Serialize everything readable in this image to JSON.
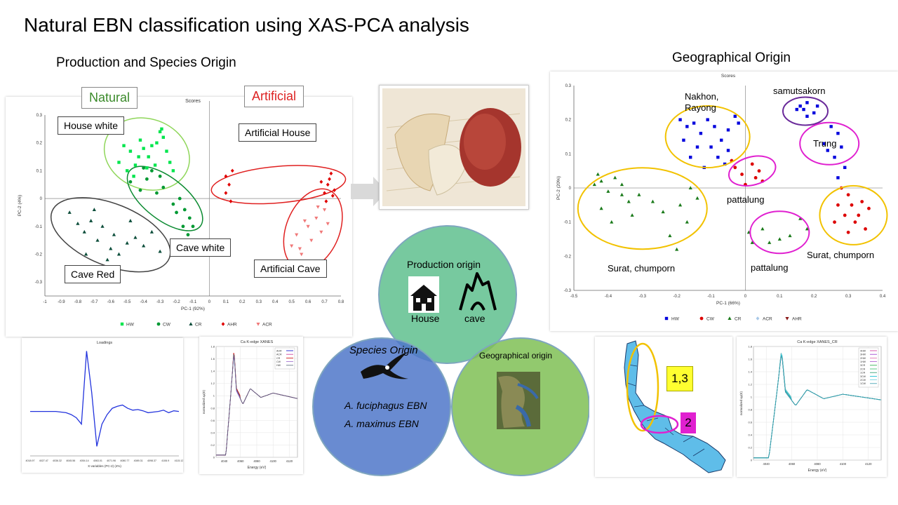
{
  "slide": {
    "title": "Natural EBN classification using XAS-PCA analysis",
    "left_heading": "Production and Species Origin",
    "right_heading": "Geographical Origin"
  },
  "left_plot": {
    "label_natural": "Natural",
    "label_artificial": "Artificial",
    "callouts": {
      "house_white": "House white",
      "cave_white": "Cave white",
      "cave_red": "Cave Red",
      "artificial_house": "Artificial House",
      "artificial_cave": "Artificial Cave"
    }
  },
  "right_plot": {
    "annotations": {
      "nakhon": "Nakhon,\nRayong",
      "samutsakorn": "samutsakorn",
      "trung": "Trung",
      "pattalung_mid": "pattalung",
      "pattalung_low": "pattalung",
      "surat_left": "Surat, chumporn",
      "surat_right": "Surat, chumporn"
    }
  },
  "venn": {
    "production_title": "Production origin",
    "house_label": "House",
    "cave_label": "cave",
    "species_title": "Species Origin",
    "species_1": "A. fuciphagus EBN",
    "species_2": "A. maximus EBN",
    "geo_title": "Geographical origin"
  },
  "map": {
    "label_13": "1,3",
    "label_2": "2"
  },
  "colors": {
    "hw": "#00e64d",
    "cw": "#009933",
    "cr": "#0b4d3a",
    "ahr": "#e00000",
    "acr": "#f07878",
    "geo_hw": "#0000dd",
    "geo_cw": "#dd0000",
    "geo_cr": "#1a7a1a",
    "yellow": "#f2c200",
    "magenta": "#e020d0",
    "purple": "#6a2a9a"
  },
  "chart_data": [
    {
      "type": "scatter",
      "title": "Scores",
      "xlabel": "PC-1 (92%)",
      "ylabel": "PC-2 (4%)",
      "xlim": [
        -1,
        0.8
      ],
      "ylim": [
        -0.35,
        0.3
      ],
      "xticks": [
        "-1",
        "-0.9",
        "-0.8",
        "-0.7",
        "-0.6",
        "-0.5",
        "-0.4",
        "-0.3",
        "-0.2",
        "-0.1",
        "0",
        "0.1",
        "0.2",
        "0.3",
        "0.4",
        "0.5",
        "0.6",
        "0.7",
        "0.8"
      ],
      "yticks": [
        "0.3",
        "0.2",
        "0.1",
        "0",
        "-0.1",
        "-0.2",
        "-0.3"
      ],
      "legend": [
        "HW",
        "CW",
        "CR",
        "AHR",
        "ACR"
      ],
      "series": [
        {
          "name": "HW",
          "points": [
            [
              -0.52,
              0.19
            ],
            [
              -0.48,
              0.17
            ],
            [
              -0.45,
              0.12
            ],
            [
              -0.42,
              0.21
            ],
            [
              -0.4,
              0.18
            ],
            [
              -0.37,
              0.15
            ],
            [
              -0.35,
              0.19
            ],
            [
              -0.32,
              0.2
            ],
            [
              -0.3,
              0.24
            ],
            [
              -0.28,
              0.22
            ],
            [
              -0.26,
              0.17
            ],
            [
              -0.24,
              0.13
            ],
            [
              -0.22,
              0.1
            ],
            [
              -0.46,
              0.08
            ],
            [
              -0.5,
              0.1
            ],
            [
              -0.55,
              0.13
            ],
            [
              -0.33,
              0.12
            ],
            [
              -0.29,
              0.25
            ],
            [
              -0.38,
              0.11
            ],
            [
              -0.43,
              0.15
            ]
          ]
        },
        {
          "name": "CW",
          "points": [
            [
              -0.48,
              0.06
            ],
            [
              -0.42,
              0.03
            ],
            [
              -0.38,
              0.07
            ],
            [
              -0.35,
              0.1
            ],
            [
              -0.3,
              0.08
            ],
            [
              -0.28,
              0.04
            ],
            [
              -0.22,
              -0.02
            ],
            [
              -0.18,
              0.0
            ],
            [
              -0.15,
              -0.04
            ],
            [
              -0.12,
              -0.07
            ],
            [
              -0.1,
              -0.1
            ],
            [
              -0.13,
              -0.13
            ],
            [
              -0.16,
              -0.1
            ],
            [
              -0.2,
              -0.05
            ],
            [
              -0.32,
              0.02
            ],
            [
              -0.4,
              0.11
            ]
          ]
        },
        {
          "name": "CR",
          "points": [
            [
              -0.85,
              -0.05
            ],
            [
              -0.8,
              -0.09
            ],
            [
              -0.76,
              -0.12
            ],
            [
              -0.72,
              -0.08
            ],
            [
              -0.68,
              -0.15
            ],
            [
              -0.65,
              -0.1
            ],
            [
              -0.6,
              -0.18
            ],
            [
              -0.58,
              -0.13
            ],
            [
              -0.55,
              -0.2
            ],
            [
              -0.5,
              -0.16
            ],
            [
              -0.45,
              -0.14
            ],
            [
              -0.4,
              -0.17
            ],
            [
              -0.35,
              -0.12
            ],
            [
              -0.3,
              -0.19
            ],
            [
              -0.62,
              -0.22
            ],
            [
              -0.75,
              -0.2
            ],
            [
              -0.7,
              -0.04
            ],
            [
              -0.48,
              -0.08
            ]
          ]
        },
        {
          "name": "AHR",
          "points": [
            [
              0.1,
              0.08
            ],
            [
              0.12,
              0.05
            ],
            [
              0.14,
              0.1
            ],
            [
              0.1,
              0.02
            ],
            [
              0.13,
              -0.01
            ],
            [
              0.68,
              0.06
            ],
            [
              0.7,
              0.02
            ],
            [
              0.72,
              0.05
            ],
            [
              0.74,
              0.09
            ],
            [
              0.76,
              0.03
            ],
            [
              0.71,
              -0.01
            ],
            [
              0.73,
              0.07
            ],
            [
              0.75,
              0.01
            ]
          ]
        },
        {
          "name": "ACR",
          "points": [
            [
              0.5,
              -0.17
            ],
            [
              0.53,
              -0.13
            ],
            [
              0.56,
              -0.2
            ],
            [
              0.6,
              -0.1
            ],
            [
              0.62,
              -0.15
            ],
            [
              0.65,
              -0.07
            ],
            [
              0.68,
              -0.12
            ],
            [
              0.7,
              -0.04
            ],
            [
              0.72,
              -0.09
            ],
            [
              0.55,
              -0.18
            ],
            [
              0.58,
              -0.08
            ],
            [
              0.66,
              -0.03
            ]
          ]
        }
      ]
    },
    {
      "type": "scatter",
      "title": "Scores",
      "xlabel": "PC-1 (66%)",
      "ylabel": "PC-2 (20%)",
      "xlim": [
        -0.5,
        0.4
      ],
      "ylim": [
        -0.3,
        0.3
      ],
      "xticks": [
        "-0.5",
        "-0.4",
        "-0.3",
        "-0.2",
        "-0.1",
        "0",
        "0.1",
        "0.2",
        "0.3",
        "0.4"
      ],
      "yticks": [
        "0.3",
        "0.2",
        "0.1",
        "0",
        "-0.1",
        "-0.2",
        "-0.3"
      ],
      "legend": [
        "HW",
        "CW",
        "CR",
        "ACR",
        "AHR"
      ],
      "series": [
        {
          "name": "HW",
          "points": [
            [
              -0.19,
              0.2
            ],
            [
              -0.17,
              0.18
            ],
            [
              -0.15,
              0.19
            ],
            [
              -0.13,
              0.16
            ],
            [
              -0.11,
              0.2
            ],
            [
              -0.09,
              0.18
            ],
            [
              -0.07,
              0.14
            ],
            [
              -0.05,
              0.17
            ],
            [
              -0.03,
              0.21
            ],
            [
              -0.02,
              0.19
            ],
            [
              -0.18,
              0.14
            ],
            [
              -0.14,
              0.12
            ],
            [
              -0.1,
              0.12
            ],
            [
              -0.08,
              0.09
            ],
            [
              -0.05,
              0.11
            ],
            [
              -0.12,
              0.06
            ],
            [
              -0.16,
              0.09
            ],
            [
              -0.06,
              0.07
            ],
            [
              0.16,
              0.24
            ],
            [
              0.17,
              0.23
            ],
            [
              0.18,
              0.25
            ],
            [
              0.15,
              0.23
            ],
            [
              0.2,
              0.22
            ],
            [
              0.21,
              0.24
            ],
            [
              0.18,
              0.21
            ],
            [
              0.25,
              0.18
            ],
            [
              0.27,
              0.16
            ],
            [
              0.28,
              0.12
            ],
            [
              0.23,
              0.13
            ],
            [
              0.24,
              0.11
            ],
            [
              0.26,
              0.09
            ],
            [
              0.29,
              0.06
            ],
            [
              0.27,
              0.03
            ]
          ]
        },
        {
          "name": "CW",
          "points": [
            [
              -0.04,
              0.08
            ],
            [
              -0.03,
              0.06
            ],
            [
              -0.01,
              0.04
            ],
            [
              0.02,
              0.07
            ],
            [
              0.04,
              0.05
            ],
            [
              0.05,
              0.02
            ],
            [
              0.0,
              0.01
            ],
            [
              0.03,
              0.03
            ],
            [
              0.28,
              0.0
            ],
            [
              0.3,
              -0.02
            ],
            [
              0.31,
              -0.05
            ],
            [
              0.33,
              -0.08
            ],
            [
              0.34,
              -0.04
            ],
            [
              0.32,
              -0.1
            ],
            [
              0.35,
              -0.12
            ],
            [
              0.36,
              -0.06
            ],
            [
              0.29,
              -0.08
            ],
            [
              0.3,
              -0.13
            ],
            [
              0.26,
              -0.1
            ],
            [
              0.27,
              -0.05
            ]
          ]
        },
        {
          "name": "CR",
          "points": [
            [
              -0.43,
              0.04
            ],
            [
              -0.42,
              0.02
            ],
            [
              -0.44,
              0.01
            ],
            [
              -0.4,
              -0.01
            ],
            [
              -0.38,
              0.03
            ],
            [
              -0.36,
              -0.02
            ],
            [
              -0.34,
              -0.04
            ],
            [
              -0.36,
              0.01
            ],
            [
              -0.33,
              -0.08
            ],
            [
              -0.42,
              -0.06
            ],
            [
              -0.39,
              -0.1
            ],
            [
              -0.31,
              -0.02
            ],
            [
              -0.27,
              -0.04
            ],
            [
              -0.24,
              -0.07
            ],
            [
              -0.22,
              -0.14
            ],
            [
              -0.2,
              -0.18
            ],
            [
              -0.19,
              -0.05
            ],
            [
              -0.17,
              -0.1
            ],
            [
              -0.16,
              0.0
            ],
            [
              -0.14,
              -0.03
            ],
            [
              0.01,
              -0.13
            ],
            [
              0.02,
              -0.16
            ],
            [
              0.05,
              -0.12
            ],
            [
              0.07,
              -0.16
            ],
            [
              0.1,
              -0.15
            ],
            [
              0.13,
              -0.14
            ],
            [
              0.16,
              -0.09
            ],
            [
              0.18,
              -0.12
            ]
          ]
        }
      ]
    },
    {
      "type": "line",
      "title": "Loadings",
      "xlabel": "X-variables (PC-2) (4%)",
      "xticks": [
        "4018.97",
        "4027.47",
        "4036.32",
        "4045.56",
        "4054.14",
        "4063.01",
        "4071.96",
        "4080.77",
        "4089.31",
        "4098.37",
        "4106.9",
        "4115.12"
      ],
      "series": [
        {
          "name": "PC-2",
          "values": [
            0,
            0,
            0,
            0,
            0,
            0,
            -0.01,
            -0.02,
            -0.05,
            -0.1,
            -0.2,
            0.95,
            0.3,
            -0.55,
            -0.2,
            -0.05,
            0.05,
            0.08,
            0.1,
            0.05,
            0.02,
            0.03,
            0.01,
            -0.02,
            -0.01,
            0.0,
            0.02,
            -0.02,
            0.01,
            0.0
          ]
        }
      ]
    },
    {
      "type": "line",
      "title": "Ca K-edge XANES",
      "xlabel": "Energy (eV)",
      "ylabel": "normalized xμ(E)",
      "xticks": [
        "4040",
        "4060",
        "4080",
        "4100",
        "4120"
      ],
      "yticks": [
        "0",
        "0.2",
        "0.4",
        "0.6",
        "0.8",
        "1",
        "1.2",
        "1.4",
        "1.6",
        "1.8"
      ],
      "legend": [
        "AHR",
        "ACR",
        "CR",
        "CW",
        "HW"
      ]
    },
    {
      "type": "line",
      "title": "Ca K-edge XANES_CR",
      "xlabel": "Energy (eV)",
      "ylabel": "normalized xμ(E)",
      "xticks": [
        "4040",
        "4060",
        "4080",
        "4100",
        "4120"
      ],
      "yticks": [
        "0",
        "0.2",
        "0.4",
        "0.6",
        "0.8",
        "1",
        "1.2",
        "1.4",
        "1.6",
        "1.8"
      ],
      "legend": [
        "4HW",
        "3HW",
        "2HW",
        "1HW",
        "3CR",
        "2CR",
        "1CR",
        "3CW",
        "2CW",
        "1CW"
      ]
    }
  ]
}
